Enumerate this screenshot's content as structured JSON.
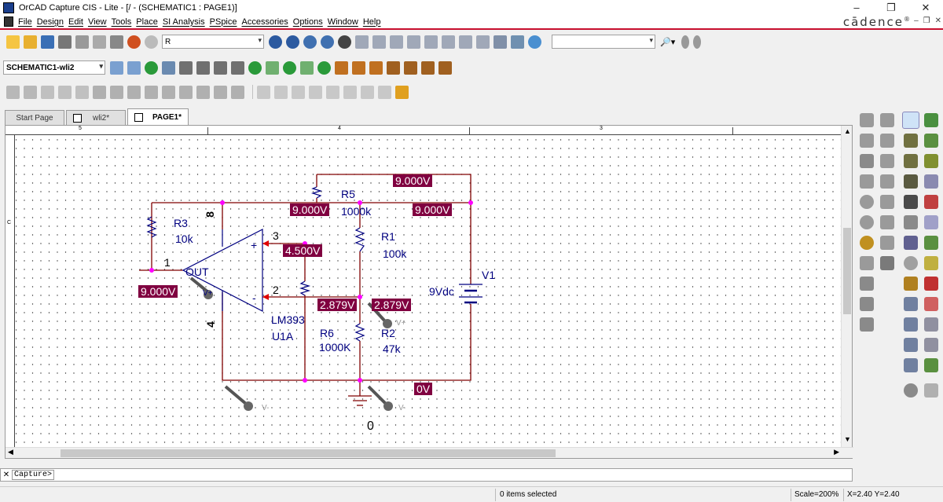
{
  "window": {
    "title": "OrCAD Capture CIS - Lite - [/ - (SCHEMATIC1 : PAGE1)]",
    "minimize": "–",
    "restore": "❐",
    "close": "✕"
  },
  "menu": {
    "items": [
      "File",
      "Design",
      "Edit",
      "View",
      "Tools",
      "Place",
      "SI Analysis",
      "PSpice",
      "Accessories",
      "Options",
      "Window",
      "Help"
    ],
    "brand": "cādence",
    "brand_mark": "®",
    "doc_min": "–",
    "doc_restore": "❐",
    "doc_close": "✕"
  },
  "toolbar": {
    "part_search_value": "R",
    "find_value": "",
    "profile_value": "SCHEMATIC1-wli2",
    "binoculars_label": "🔎▾"
  },
  "tabs": [
    {
      "label": "Start Page"
    },
    {
      "label": "wli2*"
    },
    {
      "label": "PAGE1*"
    }
  ],
  "ruler": {
    "marks": [
      "5",
      "4",
      "3"
    ],
    "left_mark": "C"
  },
  "schematic": {
    "components": {
      "r3": {
        "ref": "R3",
        "value": "10k"
      },
      "r5": {
        "ref": "R5",
        "value": "1000k"
      },
      "r1": {
        "ref": "R1",
        "value": "100k"
      },
      "r6": {
        "ref": "R6",
        "value": "1000K"
      },
      "r2": {
        "ref": "R2",
        "value": "47k"
      },
      "u1": {
        "part": "LM393",
        "ref": "U1A"
      },
      "v1": {
        "ref": "V1",
        "value": "9Vdc"
      }
    },
    "pins": {
      "pin8": "8",
      "pin4": "4",
      "pin3": "3",
      "pin2": "2",
      "pin1": "1",
      "out": "OUT",
      "plus": "+",
      "minus": "-",
      "vplus": "V+",
      "vminus": "V-",
      "gnd": "0"
    },
    "voltages": {
      "top": "9.000V",
      "r5_left": "9.000V",
      "r5_right": "9.000V",
      "noninv": "4.500V",
      "output": "9.000V",
      "inv": "2.879V",
      "divider": "2.879V",
      "ground": "0V"
    },
    "probes": {
      "out_probe": "V+",
      "div_probe": "V+",
      "gnd_probe_1": "V-",
      "gnd_probe_2": "V-"
    },
    "colors": {
      "wire": "#800000",
      "net_dot": "#ff00ff",
      "text": "#000080",
      "label_bg": "#800040",
      "label_text": "#ffffff"
    }
  },
  "command": {
    "close": "✕",
    "prompt": "Capture>"
  },
  "status": {
    "selection": "0 items selected",
    "scale": "Scale=200%",
    "coords": "X=2.40  Y=2.40"
  }
}
